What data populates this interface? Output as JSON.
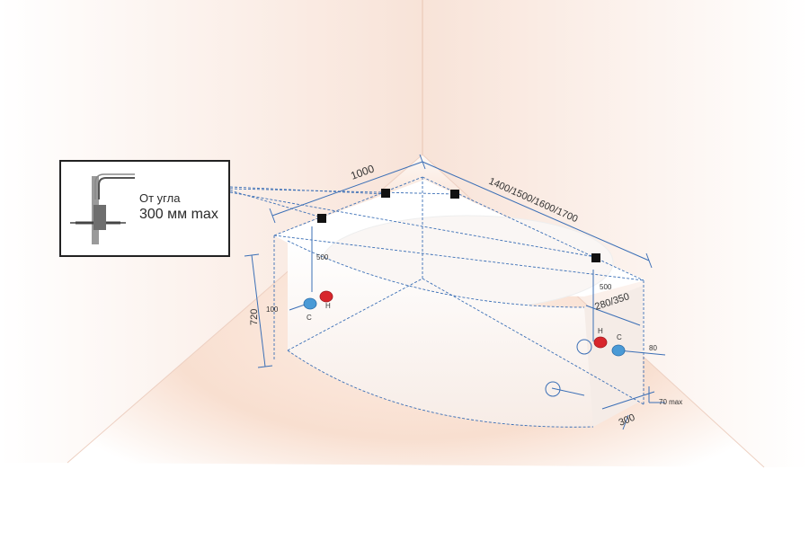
{
  "dimensions": {
    "width_short": "1000",
    "width_long": "1400/1500/1600/1700",
    "height": "720",
    "sensor_height_left": "500",
    "sensor_height_right": "500",
    "pipe_height_left": "100",
    "pipe_offset_right": "280/350",
    "pipe_height_right": "80",
    "drain_offset": "300",
    "drain_height": "70 max"
  },
  "pipes": {
    "cold_label": "C",
    "hot_label": "H",
    "cold_color": "#4a9ad6",
    "hot_color": "#d8262c"
  },
  "inset": {
    "line1": "От угла",
    "line2": "300 мм max"
  },
  "colors": {
    "dimension_line": "#3b6fb6",
    "wall_glow": "#f3c9b3",
    "mount_block": "#111111"
  }
}
